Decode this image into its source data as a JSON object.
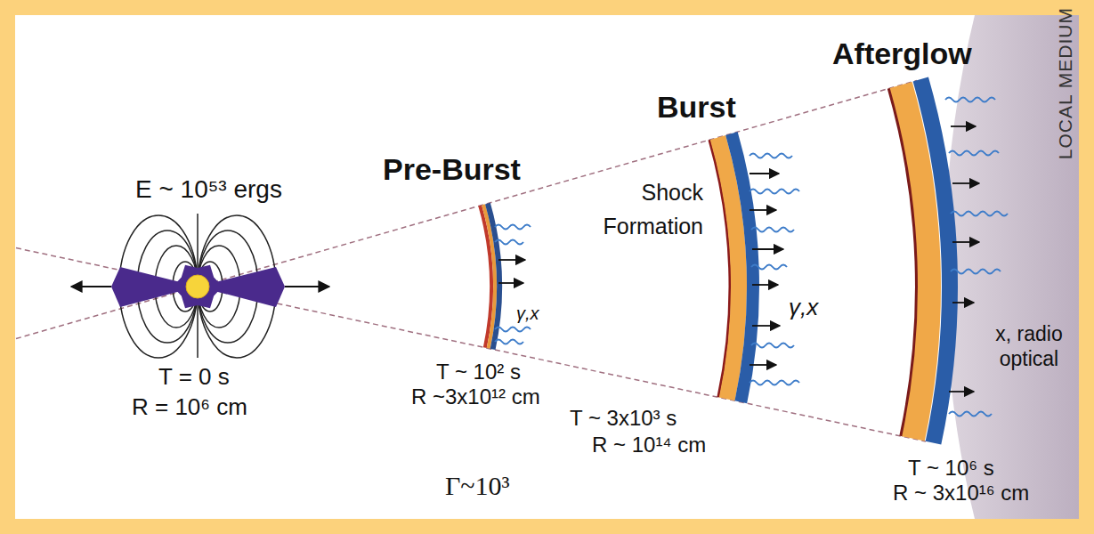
{
  "diagram": {
    "labels": [
      "E ~ 10⁵³ ergs",
      "T = 0 s",
      "R = 10⁶ cm",
      "Pre-Burst",
      "γ,x",
      "T ~ 10² s",
      "R ~3x10¹² cm",
      "Γ~10³",
      "Burst",
      "Shock Formation",
      "γ,x",
      "T ~ 3x10³ s",
      "R ~ 10¹⁴ cm",
      "Afterglow",
      "x, radio optical",
      "T ~ 10⁶ s",
      "R ~ 3x10¹⁶ cm",
      "LOCAL MEDIUM"
    ]
  }
}
